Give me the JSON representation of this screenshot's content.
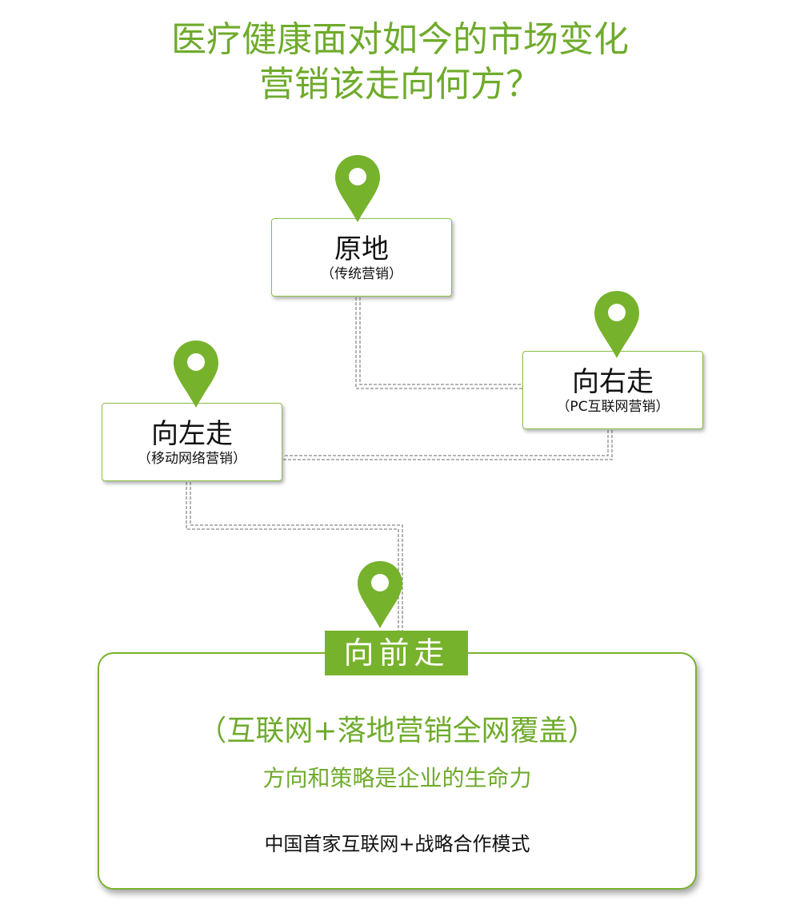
{
  "header": {
    "title_line1": "医疗健康面对如今的市场变化",
    "title_line2": "营销该走向何方？"
  },
  "colors": {
    "accent": "#77b22c",
    "connector": "#888888"
  },
  "nodes": {
    "stay": {
      "label": "原地",
      "sub": "（传统营销）",
      "icon": "location-pin-icon"
    },
    "right": {
      "label": "向右走",
      "sub": "（PC互联网营销）",
      "icon": "location-pin-icon"
    },
    "left": {
      "label": "向左走",
      "sub": "（移动网络营销）",
      "icon": "location-pin-icon"
    },
    "forward": {
      "label": "向前走",
      "icon": "location-pin-icon"
    }
  },
  "summary": {
    "headline": "（互联网+落地营销全网覆盖）",
    "slogan": "方向和策略是企业的生命力",
    "tagline": "中国首家互联网+战略合作模式"
  }
}
